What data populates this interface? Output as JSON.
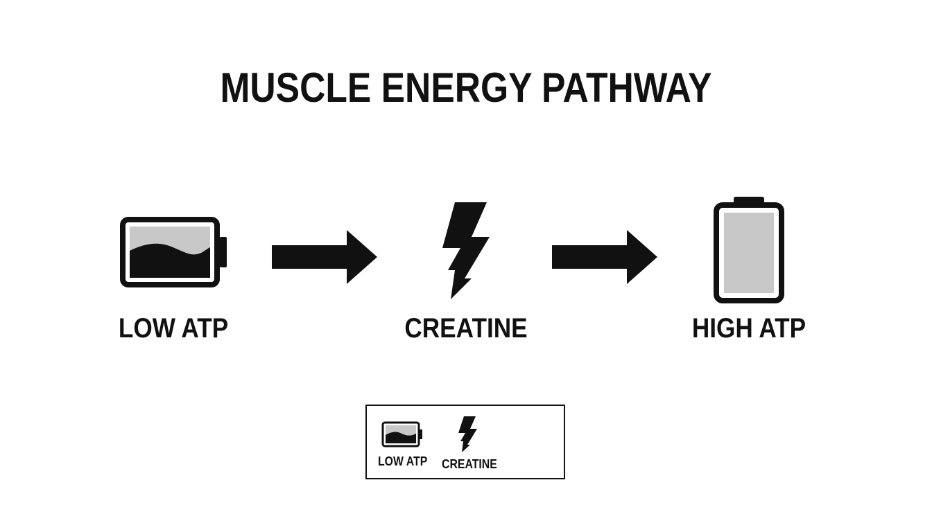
{
  "title": "MUSCLE ENERGY PATHWAY",
  "nodes": [
    {
      "label": "LOW ATP",
      "icon": "low-battery-icon"
    },
    {
      "label": "CREATINE",
      "icon": "lightning-bolt-icon"
    },
    {
      "label": "HIGH ATP",
      "icon": "full-battery-icon"
    }
  ],
  "legend": {
    "items": [
      {
        "label": "LOW ATP",
        "icon": "low-battery-icon"
      },
      {
        "label": "CREATINE",
        "icon": "lightning-bolt-icon"
      }
    ]
  },
  "colors": {
    "ink": "#111111",
    "battery_fill": "#c8c8c8",
    "background": "#ffffff"
  }
}
